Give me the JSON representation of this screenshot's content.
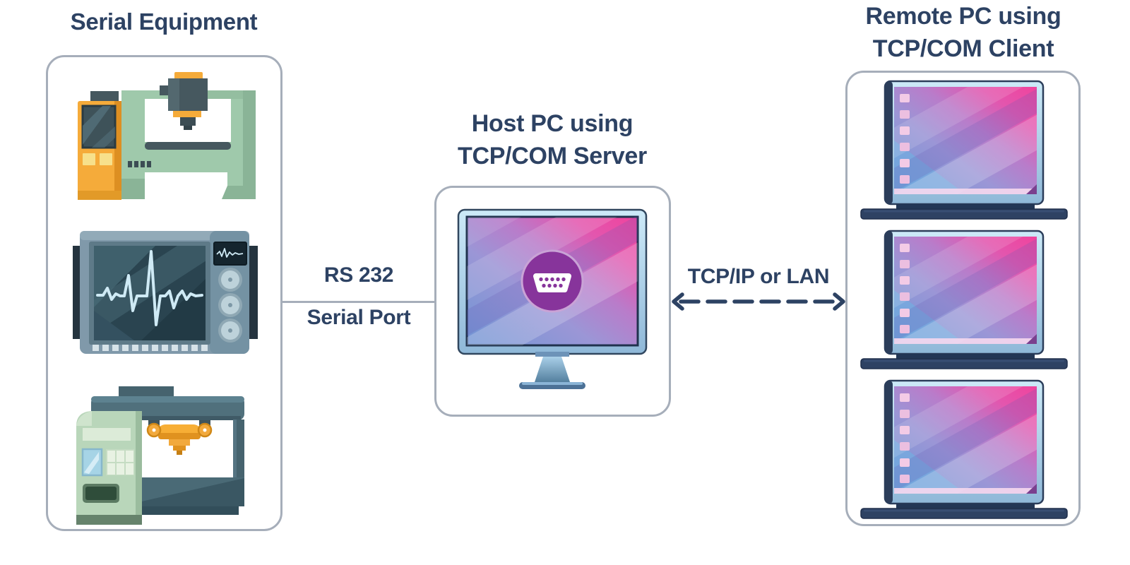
{
  "titles": {
    "left": "Serial Equipment",
    "center": [
      "Host PC using",
      "TCP/COM Server"
    ],
    "right": [
      "Remote PC using",
      "TCP/COM Client"
    ]
  },
  "connections": {
    "rs232": {
      "line1": "RS 232",
      "line2": "Serial Port",
      "style": "solid-line"
    },
    "tcpip": {
      "label": "TCP/IP or LAN",
      "style": "dashed-double-headed-arrow"
    }
  },
  "icons": {
    "left_box": [
      "cnc-machine-icon",
      "oscilloscope-icon",
      "press-machine-icon"
    ],
    "center_box": [
      "host-monitor-icon",
      "db9-serial-port-icon"
    ],
    "right_box": [
      "laptop-icon",
      "laptop-icon",
      "laptop-icon"
    ]
  },
  "colors": {
    "text_navy": "#2d4263",
    "box_border": "#a6aeba",
    "screen_gradient": [
      "#7095d4",
      "#b97cca",
      "#f0439d"
    ],
    "serial_circle_purple": "#87349b",
    "machine_green": "#9fc9ab",
    "machine_orange": "#f5ab3a",
    "machine_teal": "#50707c",
    "scope_body": "#8099aa",
    "laptop_base_navy": "#2e4263"
  }
}
